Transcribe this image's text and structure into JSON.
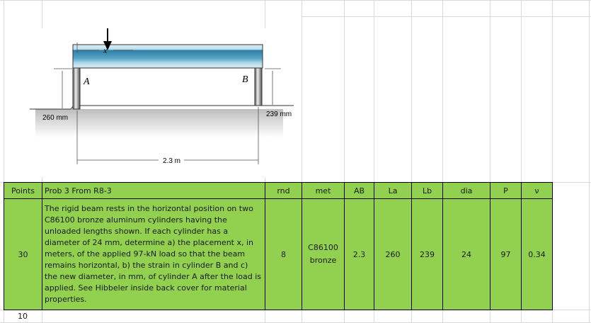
{
  "diagram": {
    "label_x": "x",
    "label_a": "A",
    "label_b": "B",
    "dim_left": "260 mm",
    "dim_right": "239 mm",
    "dim_span": "2.3 m"
  },
  "table": {
    "headers": {
      "points": "Points",
      "problem": "Prob 3 From R8-3",
      "rnd": "rnd",
      "met": "met",
      "ab": "AB",
      "la": "La",
      "lb": "Lb",
      "dia": "dia",
      "p": "P",
      "nu": "ν"
    },
    "row": {
      "points": "30",
      "description": "The rigid beam rests in the horizontal position on two C86100 bronze aluminum cylinders having the unloaded lengths shown. If each cylinder has a diameter of 24 mm, determine a) the placement x, in meters, of the applied 97-kN load so that the beam remains horizontal, b) the strain in cylinder B and c) the new diameter, in mm, of cylinder A after the load is applied.  See Hibbeler inside back cover for material properties.",
      "rnd": "8",
      "met_line1": "C86100",
      "met_line2": "bronze",
      "ab": "2.3",
      "la": "260",
      "lb": "239",
      "dia": "24",
      "p": "97",
      "nu": "0.34"
    },
    "next_row_points": "10"
  },
  "colors": {
    "cell_fill": "#92d050",
    "gridline": "#d9d9d9"
  }
}
